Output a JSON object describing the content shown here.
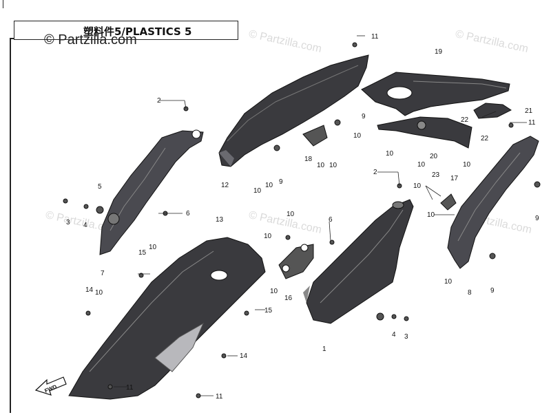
{
  "header": {
    "title": "塑料件5/PLASTICS 5",
    "copyright": "© Partzilla.com",
    "watermark": "© Partzilla.com"
  },
  "callouts": {
    "c1": "1",
    "c2a": "2",
    "c2b": "2",
    "c3a": "3",
    "c3b": "3",
    "c4a": "4",
    "c4b": "4",
    "c5": "5",
    "c6a": "6",
    "c6b": "6",
    "c7": "7",
    "c8": "8",
    "c9a": "9",
    "c9b": "9",
    "c9c": "9",
    "c9d": "9",
    "c10a": "10",
    "c10b": "10",
    "c10c": "10",
    "c10d": "10",
    "c10e": "10",
    "c10f": "10",
    "c10g": "10",
    "c10h": "10",
    "c10i": "10",
    "c10j": "10",
    "c10k": "10",
    "c10l": "10",
    "c10m": "10",
    "c10n": "10",
    "c10o": "10",
    "c10p": "10",
    "c11a": "11",
    "c11b": "11",
    "c11c": "11",
    "c11d": "11",
    "c12": "12",
    "c13": "13",
    "c14a": "14",
    "c14b": "14",
    "c15a": "15",
    "c15b": "15",
    "c16": "16",
    "c17": "17",
    "c18": "18",
    "c19": "19",
    "c20": "20",
    "c21": "21",
    "c22a": "22",
    "c22b": "22",
    "c23": "23"
  },
  "fwd_label": "FWD",
  "colors": {
    "part_dark": "#3a3a3e",
    "part_mid": "#55555a",
    "part_light": "#8a8a90",
    "line": "#222222"
  }
}
